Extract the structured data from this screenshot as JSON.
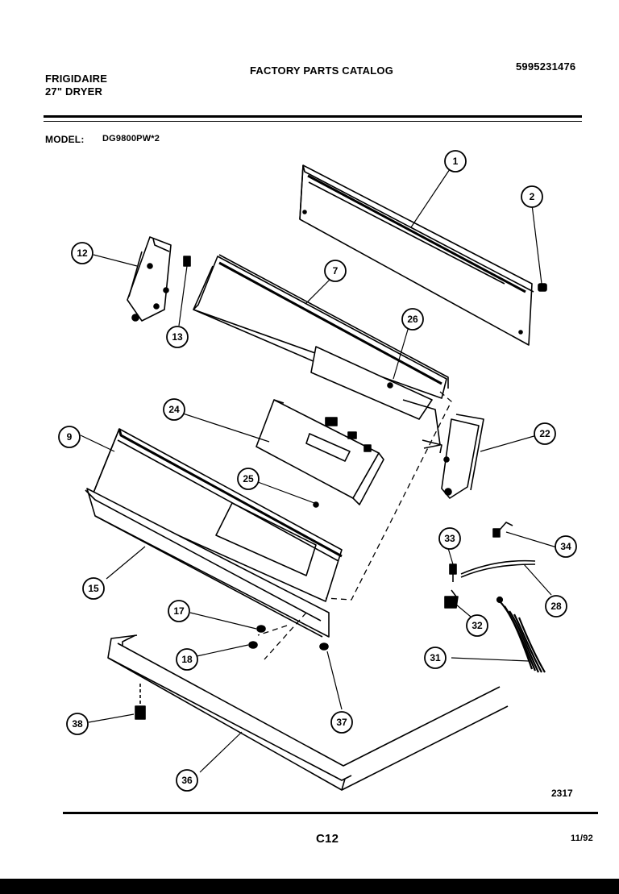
{
  "header": {
    "brand": "FRIGIDAIRE",
    "product": "27\" DRYER",
    "catalog_title": "FACTORY PARTS CATALOG",
    "catalog_number": "5995231476",
    "model_label": "MODEL:",
    "model_value": "DG9800PW*2"
  },
  "diagram": {
    "drawing_number": "2317",
    "callouts": [
      "1",
      "2",
      "7",
      "9",
      "12",
      "13",
      "15",
      "17",
      "18",
      "22",
      "24",
      "25",
      "26",
      "28",
      "31",
      "32",
      "33",
      "34",
      "36",
      "37",
      "38"
    ]
  },
  "footer": {
    "page_code": "C12",
    "date": "11/92"
  }
}
